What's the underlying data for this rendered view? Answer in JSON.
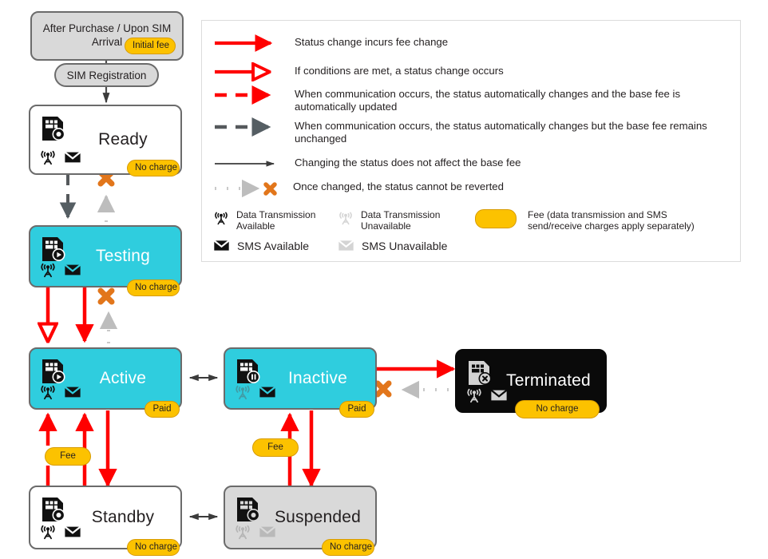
{
  "diagram": {
    "title": "SIM status transition diagram",
    "colors": {
      "active_cyan": "#2fcdde",
      "fee_yellow": "#fcc200",
      "transition_red": "#ff0000",
      "blocked_orange": "#e2761b",
      "terminated_black": "#0a0a0a",
      "suspended_gray": "#d9d9d9",
      "node_border": "#6b6b6b"
    }
  },
  "start": {
    "label": "After Purchase / Upon SIM Arrival",
    "badge": "Initial fee"
  },
  "registration": {
    "label": "SIM Registration"
  },
  "states": [
    {
      "id": "ready",
      "label": "Ready",
      "badge": "No charge",
      "style": "white",
      "sim_badge": "record-icon",
      "data_tx": "available",
      "sms": "available"
    },
    {
      "id": "testing",
      "label": "Testing",
      "badge": "No charge",
      "style": "cyan",
      "sim_badge": "play-icon",
      "data_tx": "available",
      "sms": "available"
    },
    {
      "id": "active",
      "label": "Active",
      "badge": "Paid",
      "style": "cyan",
      "sim_badge": "play-icon",
      "data_tx": "available",
      "sms": "available"
    },
    {
      "id": "inactive",
      "label": "Inactive",
      "badge": "Paid",
      "style": "cyan",
      "sim_badge": "pause-icon",
      "data_tx": "unavailable",
      "sms": "available"
    },
    {
      "id": "terminated",
      "label": "Terminated",
      "badge": "No charge",
      "style": "black",
      "sim_badge": "x-icon",
      "data_tx": "available",
      "sms": "available"
    },
    {
      "id": "standby",
      "label": "Standby",
      "badge": "No charge",
      "style": "white",
      "sim_badge": "record-icon",
      "data_tx": "available",
      "sms": "available"
    },
    {
      "id": "suspended",
      "label": "Suspended",
      "badge": "No charge",
      "style": "gray",
      "sim_badge": "record-icon",
      "data_tx": "unavailable",
      "sms": "unavailable"
    }
  ],
  "edge_badges": [
    {
      "id": "active-standby-fee",
      "label": "Fee"
    },
    {
      "id": "inactive-suspended-fee",
      "label": "Fee"
    }
  ],
  "legend": {
    "lines": [
      {
        "id": "solid-red-filled",
        "text": "Status change incurs fee change"
      },
      {
        "id": "solid-red-hollow",
        "text": "If conditions are met, a status change occurs"
      },
      {
        "id": "dashed-red",
        "text": "When communication occurs, the status automatically changes and the base fee is automatically updated"
      },
      {
        "id": "dashed-gray",
        "text": "When communication occurs, the status automatically changes but the base fee remains unchanged"
      },
      {
        "id": "thin-black",
        "text": "Changing the status does not affect the base fee"
      },
      {
        "id": "dotted-blocked",
        "text": "Once changed, the  status cannot be reverted"
      }
    ],
    "icons": [
      {
        "id": "data-available",
        "icon": "antenna-icon",
        "text": "Data Transmission Available",
        "state": "on"
      },
      {
        "id": "data-unavailable",
        "icon": "antenna-icon",
        "text": "Data Transmission Unavailable",
        "state": "off"
      },
      {
        "id": "sms-available",
        "icon": "envelope-icon",
        "text": "SMS Available",
        "state": "on"
      },
      {
        "id": "sms-unavailable",
        "icon": "envelope-icon",
        "text": "SMS Unavailable",
        "state": "off"
      },
      {
        "id": "fee-badge",
        "icon": "pill-badge",
        "text": "Fee (data transmission and SMS send/receive charges apply separately)",
        "state": "on"
      }
    ]
  }
}
